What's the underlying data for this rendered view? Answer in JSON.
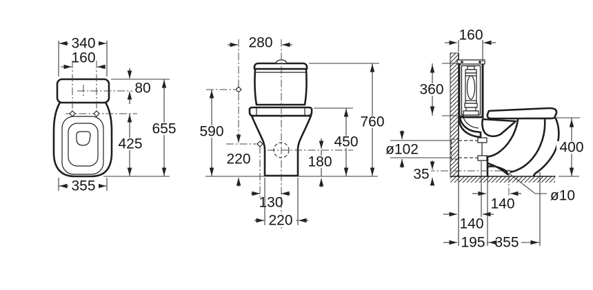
{
  "colors": {
    "background": "#ffffff",
    "line": "#1e1e1e",
    "dimension": "#3a3a3a"
  },
  "views": {
    "top": {
      "cistern_width": "340",
      "bolt_spacing": "160",
      "inlet_setback": "80",
      "overall_length": "655",
      "bowl_length": "425",
      "base_width": "355"
    },
    "front": {
      "cistern_width": "280",
      "inlet_height": "590",
      "side_inlet_height": "220",
      "inlet_offset": "130",
      "base_width": "220",
      "overall_height": "760",
      "rim_height": "450",
      "outlet_height": "180"
    },
    "side": {
      "cistern_depth": "160",
      "cistern_height": "360",
      "outlet_diameter": "ø102",
      "outlet_clearance": "35",
      "rim_height": "400",
      "fixing_hole_diameter": "ø10",
      "outlet_to_hole": "140",
      "wall_to_outlet": "140",
      "wall_clearance": "195",
      "base_depth": "355"
    }
  }
}
